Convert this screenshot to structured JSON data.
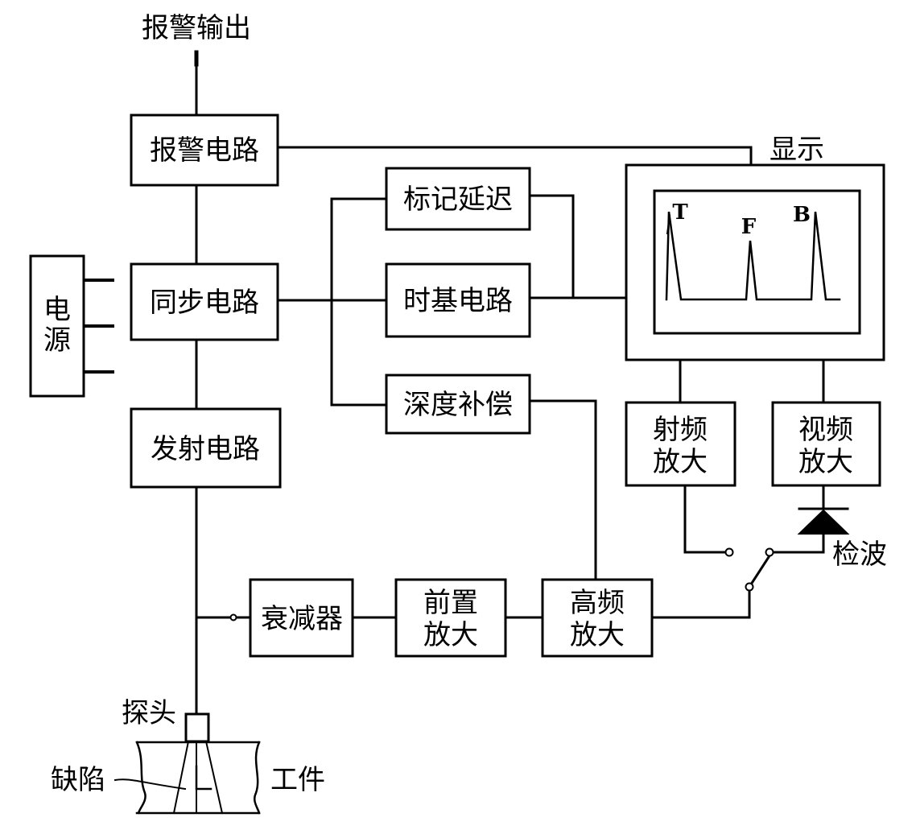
{
  "labels": {
    "alarm_output": "报警输出",
    "alarm_circuit": "报警电路",
    "display": "显示",
    "marker_delay": "标记延迟",
    "power_supply_line1": "电",
    "power_supply_line2": "源",
    "sync_circuit": "同步电路",
    "timebase_circuit": "时基电路",
    "depth_compensation": "深度补偿",
    "transmit_circuit": "发射电路",
    "rf_amp_line1": "射频",
    "rf_amp_line2": "放大",
    "video_amp_line1": "视频",
    "video_amp_line2": "放大",
    "detector": "检波",
    "attenuator": "衰减器",
    "preamp_line1": "前置",
    "preamp_line2": "放大",
    "hf_amp_line1": "高频",
    "hf_amp_line2": "放大",
    "probe": "探头",
    "defect": "缺陷",
    "workpiece": "工件"
  },
  "waveform_labels": {
    "t": "T",
    "f": "F",
    "b": "B"
  }
}
